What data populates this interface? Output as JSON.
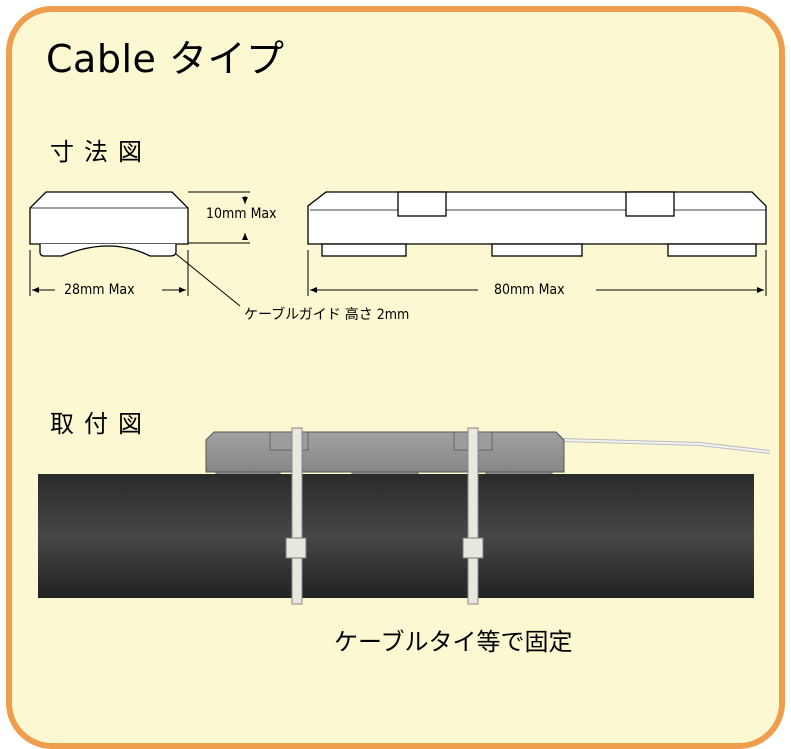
{
  "title": "Cable タイプ",
  "dimension_section": {
    "heading": "寸法図"
  },
  "dimensions": {
    "height": "10mm  Max",
    "width": "28mm  Max",
    "length": "80mm  Max",
    "guide_note": "ケーブルガイド 高さ 2mm"
  },
  "mounting_section": {
    "heading": "取付図",
    "caption": "ケーブルタイ等で固定"
  },
  "colors": {
    "border": "#ef9e4e",
    "panel": "#fbf8d2",
    "device": "#8e8e8e",
    "cable": "#333333"
  }
}
